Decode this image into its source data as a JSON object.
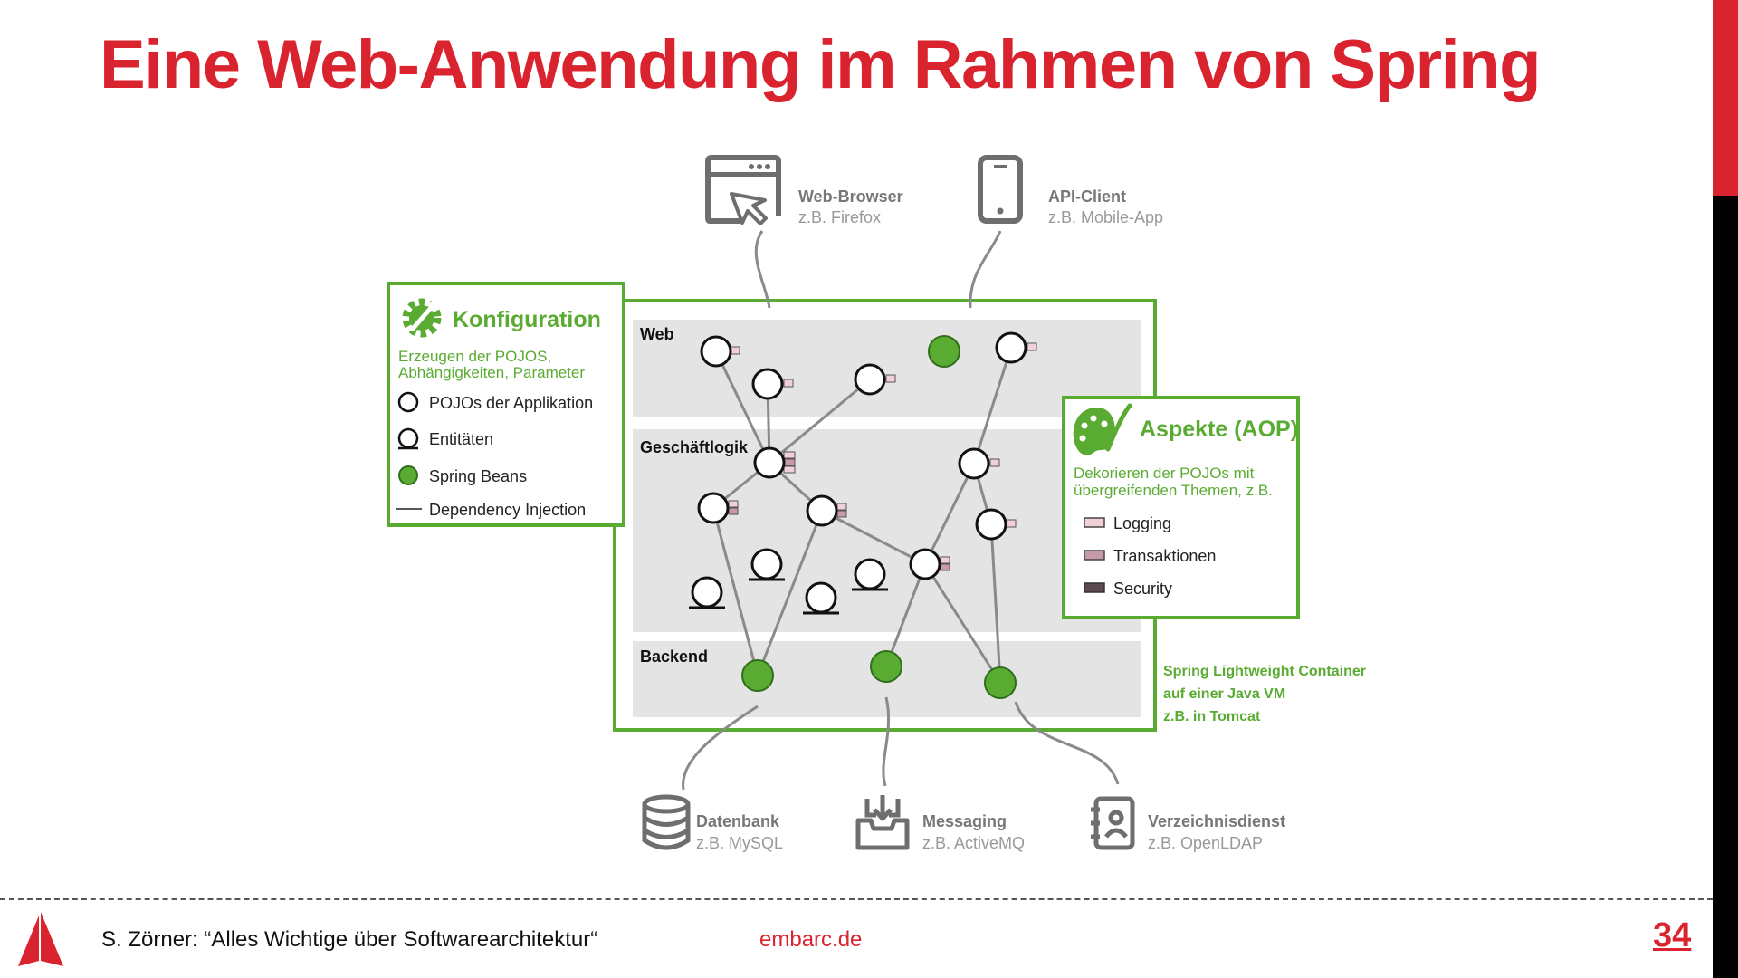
{
  "slide": {
    "title": "Eine Web-Anwendung im Rahmen von Spring",
    "footer_text": "S. Zörner: “Alles Wichtige über Softwarearchitektur“",
    "footer_link": "embarc.de",
    "page_number": "34"
  },
  "colors": {
    "brand_red": "#d9232e",
    "spring_green": "#5aab32",
    "icon_gray": "#6e6e6e",
    "layer_gray": "#e4e4e4"
  },
  "clients": {
    "browser": {
      "title": "Web-Browser",
      "subtitle": "z.B. Firefox",
      "icon": "browser-window-cursor-icon"
    },
    "api": {
      "title": "API-Client",
      "subtitle": "z.B. Mobile-App",
      "icon": "mobile-phone-icon"
    }
  },
  "layers": {
    "web": "Web",
    "business": "Geschäftlogik",
    "backend": "Backend"
  },
  "config_box": {
    "title": "Konfiguration",
    "description_line1": "Erzeugen der POJOS,",
    "description_line2": "Abhängigkeiten, Parameter",
    "legend": {
      "pojo": "POJOs der Applikation",
      "entity": "Entitäten",
      "bean": "Spring Beans",
      "di": "Dependency Injection"
    },
    "icon": "gear-wrench-icon"
  },
  "aop_box": {
    "title": "Aspekte (AOP)",
    "description_line1": "Dekorieren der POJOs mit",
    "description_line2": "übergreifenden Themen, z.B.",
    "items": {
      "logging": "Logging",
      "transactions": "Transaktionen",
      "security": "Security"
    },
    "icon": "palette-brush-icon"
  },
  "container_label": {
    "line1": "Spring Lightweight Container",
    "line2": "auf einer Java VM",
    "line3": "z.B. in Tomcat"
  },
  "backends": {
    "db": {
      "title": "Datenbank",
      "subtitle": "z.B. MySQL",
      "icon": "database-icon"
    },
    "messaging": {
      "title": "Messaging",
      "subtitle": "z.B. ActiveMQ",
      "icon": "inbox-download-icon"
    },
    "directory": {
      "title": "Verzeichnisdienst",
      "subtitle": "z.B. OpenLDAP",
      "icon": "address-book-icon"
    }
  }
}
